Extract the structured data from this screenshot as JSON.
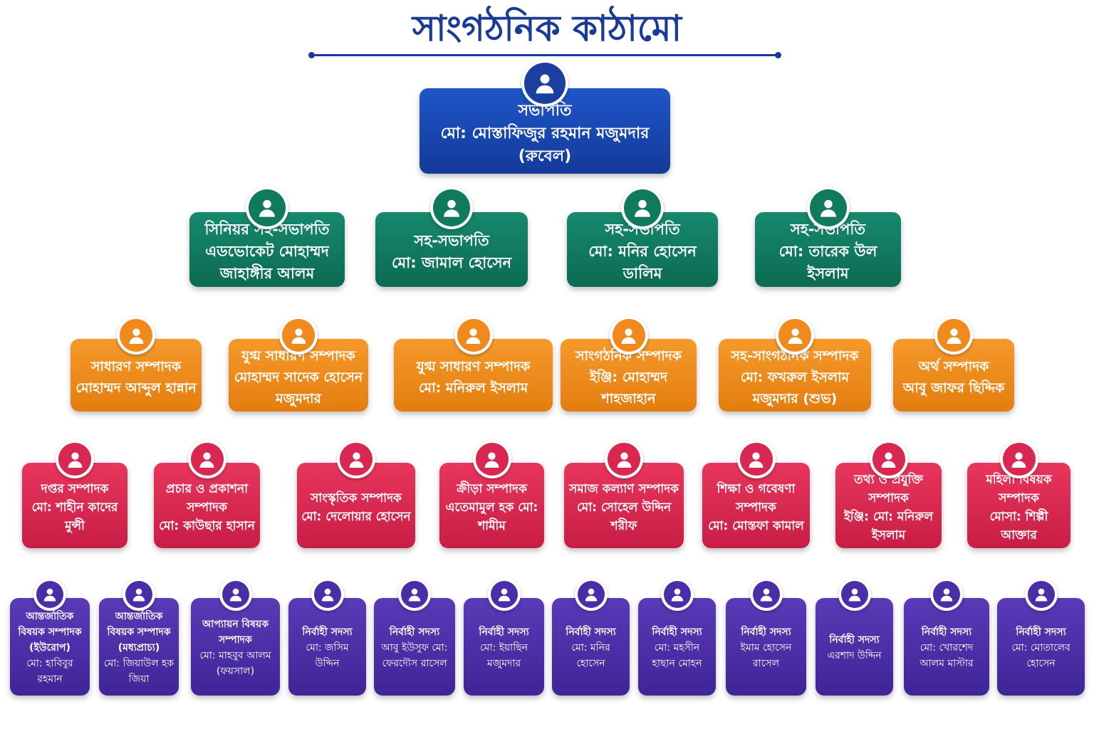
{
  "title": "সাংগঠনিক কাঠামো",
  "president": {
    "role": "সভাপতি",
    "name": "মো: মোস্তাফিজুর রহমান মজুমদার (রুবেল)"
  },
  "vice": [
    {
      "role": "সিনিয়র সহ-সভাপতি",
      "name": "এডভোকেট মোহাম্মদ জাহাঙ্গীর আলম"
    },
    {
      "role": "সহ-সভাপতি",
      "name": "মো: জামাল হোসেন"
    },
    {
      "role": "সহ-সভাপতি",
      "name": "মো: মনির হোসেন ডালিম"
    },
    {
      "role": "সহ-সভাপতি",
      "name": "মো: তারেক উল ইসলাম"
    }
  ],
  "secretaries": [
    {
      "role": "সাধারণ সম্পাদক",
      "name": "মোহাম্মদ আব্দুল হান্নান"
    },
    {
      "role": "যুগ্ম সাধারণ সম্পাদক",
      "name": "মোহাম্মদ সাদেক হোসেন মজুমদার"
    },
    {
      "role": "যুগ্ম সাধারণ সম্পাদক",
      "name": "মো: মনিরুল ইসলাম"
    },
    {
      "role": "সাংগঠনিক সম্পাদক",
      "name": "ইঞ্জি: মোহাম্মদ শাহজাহান"
    },
    {
      "role": "সহ-সাংগঠনিক সম্পাদক",
      "name": "মো: ফখরুল ইসলাম মজুমদার (শুভ)"
    },
    {
      "role": "অর্থ সম্পাদক",
      "name": "আবু জাফর ছিদ্দিক"
    }
  ],
  "editors": [
    {
      "role": "দপ্তর সম্পাদক",
      "name": "মো: শাহীন কাদের মুন্সী"
    },
    {
      "role": "প্রচার ও প্রকাশনা সম্পাদক",
      "name": "মো: কাউছার হাসান"
    },
    {
      "role": "সাংস্কৃতিক সম্পাদক",
      "name": "মো: দেলোয়ার হোসেন"
    },
    {
      "role": "ক্রীড়া সম্পাদক",
      "name": "এতেমামুল হক মো: শামীম"
    },
    {
      "role": "সমাজ কল্যাণ সম্পাদক",
      "name": "মো: সোহেল উদ্দিন শরীফ"
    },
    {
      "role": "শিক্ষা ও গবেষণা সম্পাদক",
      "name": "মো: মোস্তফা কামাল"
    },
    {
      "role": "তথ্য ও প্রযুক্তি সম্পাদক",
      "name": "ইঞ্জি: মো: মনিরুল ইসলাম"
    },
    {
      "role": "মহিলা বিষয়ক সম্পাদক",
      "name": "মোসা: শিল্পী আক্তার"
    }
  ],
  "members": [
    {
      "role": "আন্তর্জাতিক বিষয়ক সম্পাদক (ইউরোপ)",
      "name": "মো: হাবিবুর রহমান"
    },
    {
      "role": "আন্তর্জাতিক বিষয়ক সম্পাদক (মধ্যপ্রাচ্য)",
      "name": "মো: জিয়াউল হক জিয়া"
    },
    {
      "role": "আপ্যায়ন বিষয়ক সম্পাদক",
      "name": "মো: মাহবুব আলম (ফয়সাল)"
    },
    {
      "role": "নির্বাহী সদস্য",
      "name": "মো: জসিম উদ্দিন"
    },
    {
      "role": "নির্বাহী সদস্য",
      "name": "আবু ইউসুফ মো: ফেরদৌস রাসেল"
    },
    {
      "role": "নির্বাহী সদস্য",
      "name": "মো: ইয়াছিন মজুমদার"
    },
    {
      "role": "নির্বাহী সদস্য",
      "name": "মো: মনির হোসেন"
    },
    {
      "role": "নির্বাহী সদস্য",
      "name": "মো: মহসীন হাছান মোহন"
    },
    {
      "role": "নির্বাহী সদস্য",
      "name": "ইমাম হোসেন রাসেল"
    },
    {
      "role": "নির্বাহী সদস্য",
      "name": "এরশাদ উদ্দিন"
    },
    {
      "role": "নির্বাহী সদস্য",
      "name": "মো: খোরশেদ আলম মাস্টার"
    },
    {
      "role": "নির্বাহী সদস্য",
      "name": "মো: মোতালেব হোসেন"
    }
  ],
  "colors": {
    "title": "#1a3a9a",
    "president": "#143a9a",
    "vice": "#0c6a52",
    "secretaries": "#e47d10",
    "editors": "#c81d45",
    "members": "#3f2596"
  },
  "icon": "user-icon"
}
